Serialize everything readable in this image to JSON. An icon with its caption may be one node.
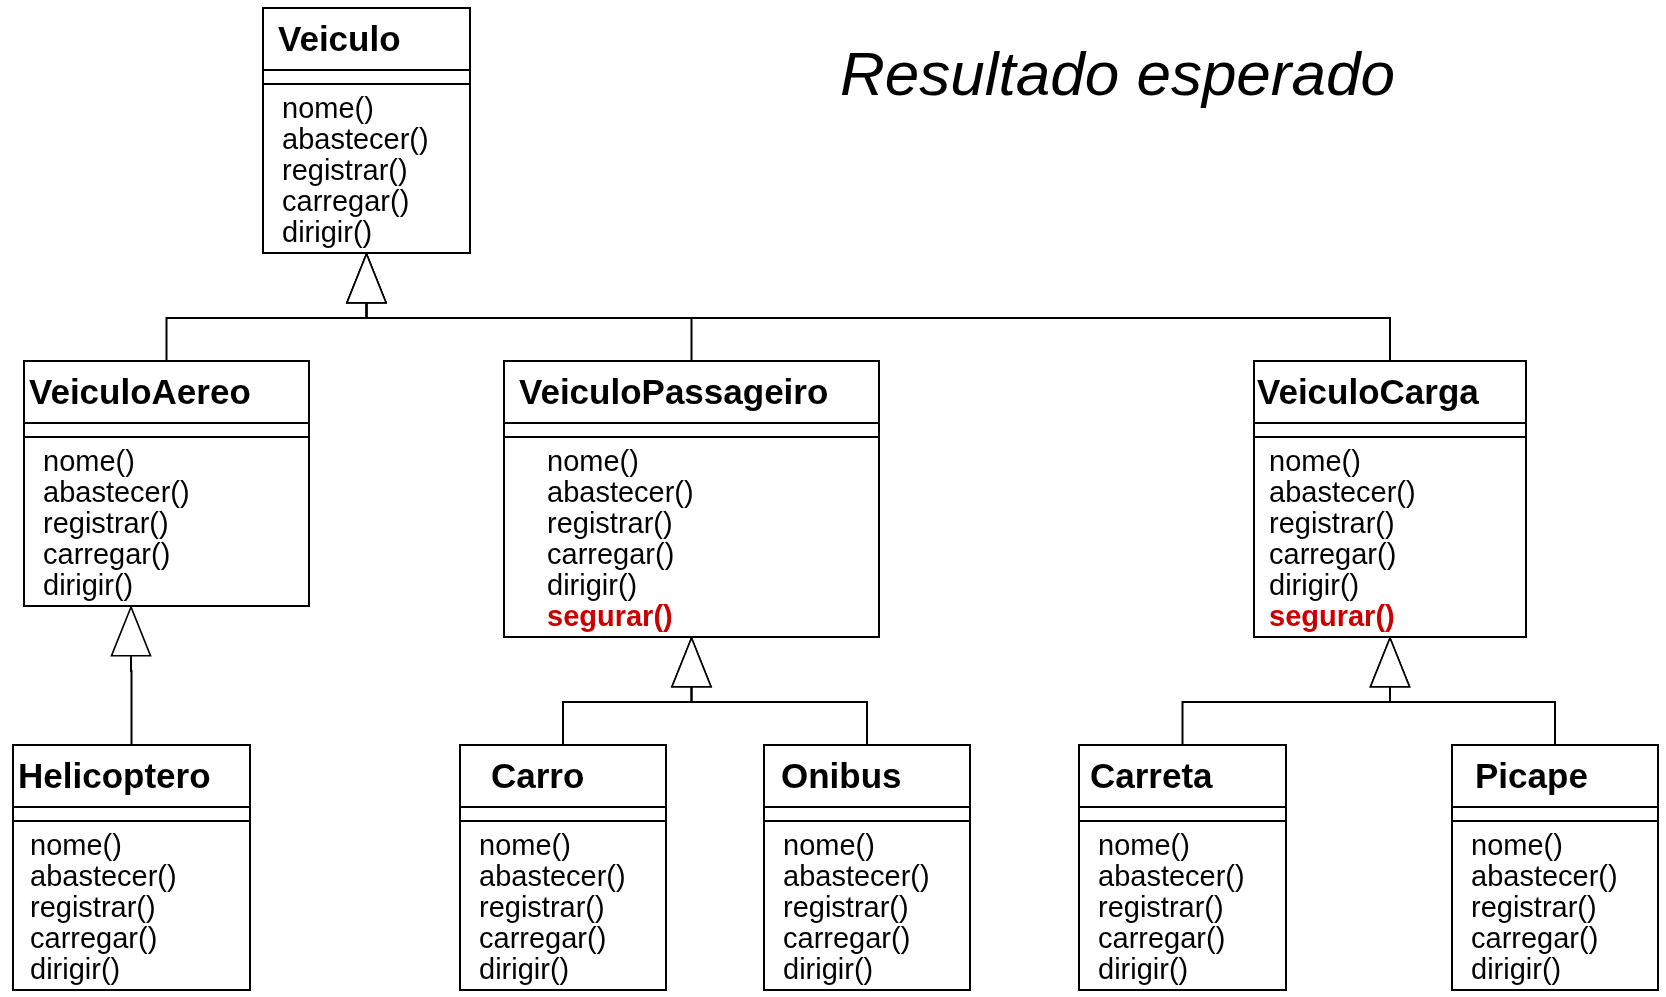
{
  "diagram": {
    "title": "Resultado esperado",
    "nodes": [
      {
        "text": [
          "Veiculo",
          "nome()",
          "abastecer()",
          "registrar()",
          "carregar()",
          "dirigir()"
        ]
      },
      {
        "text": [
          "VeiculoAereo",
          "nome()",
          "abastecer()",
          "registrar()",
          "carregar()",
          "dirigir()"
        ]
      },
      {
        "text": [
          "VeiculoPassageiro",
          "nome()",
          "abastecer()",
          "registrar()",
          "carregar()",
          "dirigir()",
          "**segurar()**"
        ]
      },
      {
        "text": [
          "VeiculoCarga",
          "nome()",
          "abastecer()",
          "registrar()",
          "carregar()",
          "dirigir()",
          "**segurar()**"
        ]
      },
      {
        "text": [
          "Helicoptero",
          "nome()",
          "abastecer()",
          "registrar()",
          "carregar()",
          "dirigir()"
        ]
      },
      {
        "text": [
          "Carro",
          "nome()",
          "abastecer()",
          "registrar()",
          "carregar()",
          "dirigir()"
        ]
      },
      {
        "text": [
          "Onibus",
          "nome()",
          "abastecer()",
          "registrar()",
          "carregar()",
          "dirigir()"
        ]
      },
      {
        "text": [
          "Carreta",
          "nome()",
          "abastecer()",
          "registrar()",
          "carregar()",
          "dirigir()"
        ]
      },
      {
        "text": [
          "Picape",
          "nome()",
          "abastecer()",
          "registrar()",
          "carregar()",
          "dirigir()"
        ]
      }
    ],
    "edges": [
      {
        "from": 1,
        "to": 0,
        "arrow": "to"
      },
      {
        "from": 2,
        "to": 0,
        "arrow": "to"
      },
      {
        "from": 3,
        "to": 0,
        "arrow": "to"
      },
      {
        "from": 4,
        "to": 1,
        "arrow": "to"
      },
      {
        "from": 5,
        "to": 2,
        "arrow": "to"
      },
      {
        "from": 6,
        "to": 2,
        "arrow": "to"
      },
      {
        "from": 7,
        "to": 3,
        "arrow": "to"
      },
      {
        "from": 8,
        "to": 3,
        "arrow": "to"
      }
    ]
  }
}
